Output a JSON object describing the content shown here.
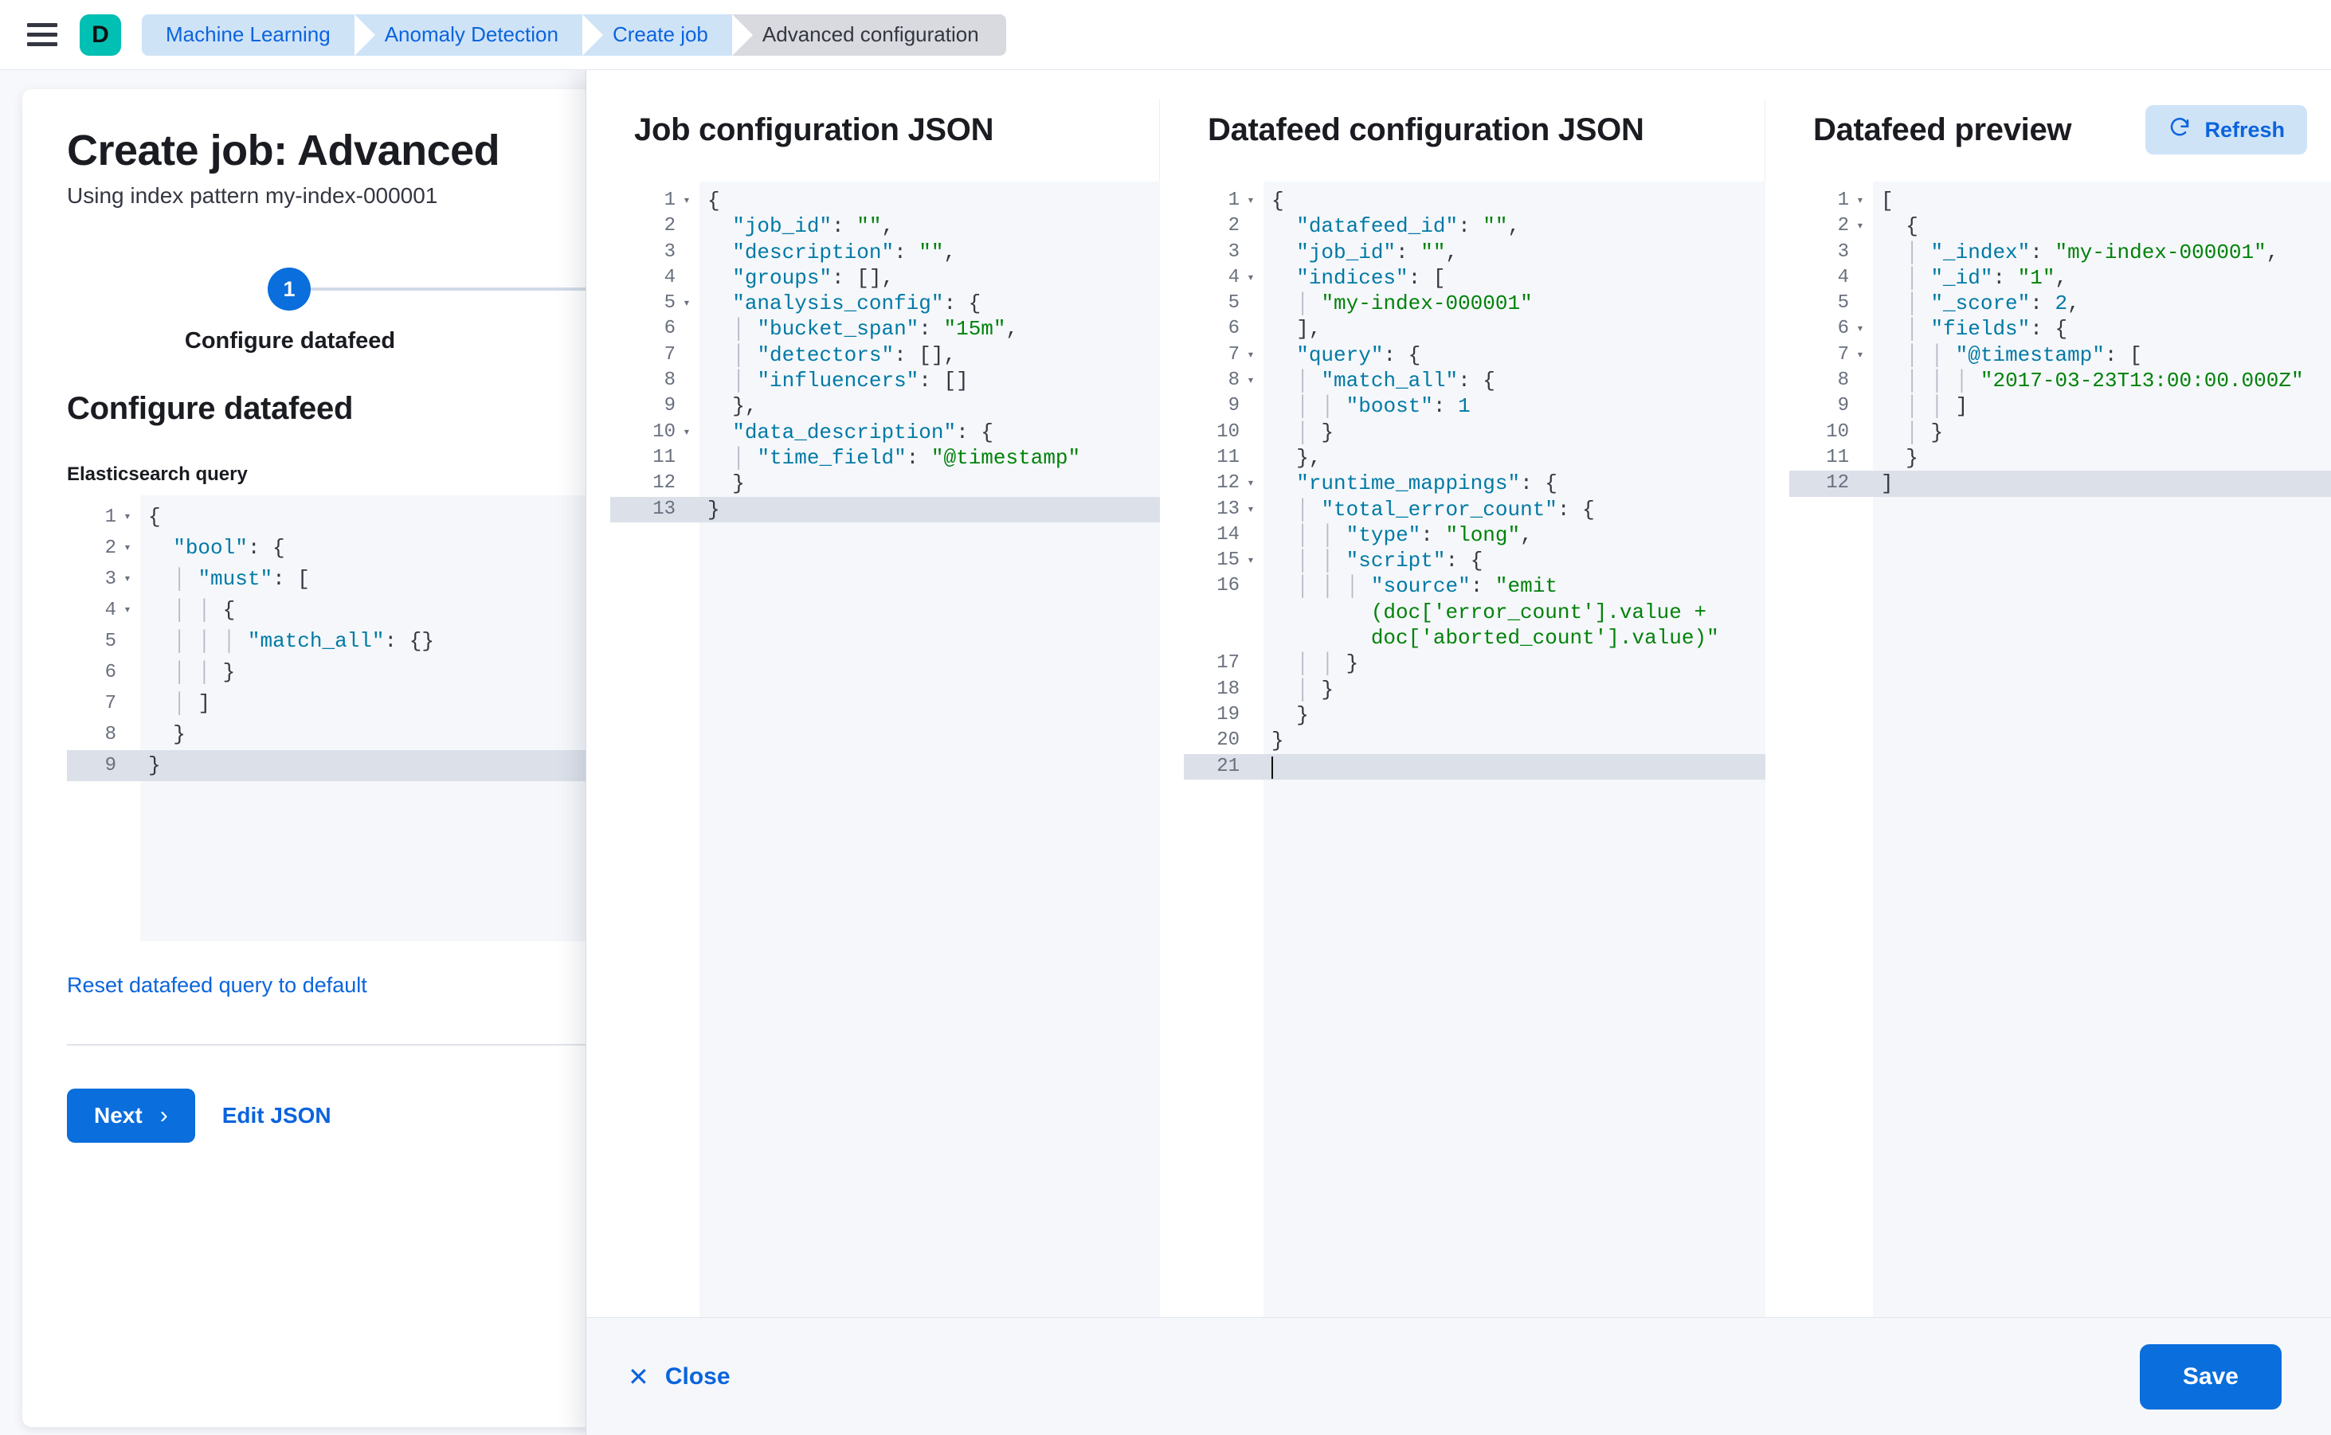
{
  "chrome": {
    "menu_icon": "hamburger-menu-icon",
    "space_avatar_letter": "D",
    "breadcrumbs": [
      {
        "label": "Machine Learning",
        "active": false
      },
      {
        "label": "Anomaly Detection",
        "active": false
      },
      {
        "label": "Create job",
        "active": false
      },
      {
        "label": "Advanced configuration",
        "active": true
      }
    ]
  },
  "page": {
    "title": "Create job: Advanced",
    "subtitle": "Using index pattern my-index-000001",
    "step_number": "1",
    "step_label": "Configure datafeed",
    "section_heading": "Configure datafeed",
    "query_label": "Elasticsearch query",
    "reset_link": "Reset datafeed query to default",
    "next_label": "Next",
    "next_chevron": "chevron-right-icon",
    "edit_json_label": "Edit JSON"
  },
  "es_query_editor": {
    "active_line": 9,
    "lines": [
      {
        "n": 1,
        "fold": true,
        "html": "<span class=\"p\">{</span>"
      },
      {
        "n": 2,
        "fold": true,
        "html": "  <span class=\"k\">\"bool\"</span><span class=\"p\">: {</span>"
      },
      {
        "n": 3,
        "fold": true,
        "html": "  <span class=\"guide\">│</span> <span class=\"k\">\"must\"</span><span class=\"p\">: [</span>"
      },
      {
        "n": 4,
        "fold": true,
        "html": "  <span class=\"guide\">│</span> <span class=\"guide\">│</span> <span class=\"p\">{</span>"
      },
      {
        "n": 5,
        "fold": false,
        "html": "  <span class=\"guide\">│</span> <span class=\"guide\">│</span> <span class=\"guide\">│</span> <span class=\"k\">\"match_all\"</span><span class=\"p\">: {}</span>"
      },
      {
        "n": 6,
        "fold": false,
        "html": "  <span class=\"guide\">│</span> <span class=\"guide\">│</span> <span class=\"p\">}</span>"
      },
      {
        "n": 7,
        "fold": false,
        "html": "  <span class=\"guide\">│</span> <span class=\"p\">]</span>"
      },
      {
        "n": 8,
        "fold": false,
        "html": "  <span class=\"p\">}</span>"
      },
      {
        "n": 9,
        "fold": false,
        "html": "<span class=\"p\">}</span>"
      }
    ],
    "text": "{\n  \"bool\": {\n    \"must\": [\n      {\n        \"match_all\": {}\n      }\n    ]\n  }\n}"
  },
  "flyout": {
    "columns": [
      {
        "title": "Job configuration JSON",
        "name": "job-configuration-json"
      },
      {
        "title": "Datafeed configuration JSON",
        "name": "datafeed-configuration-json"
      },
      {
        "title": "Datafeed preview",
        "name": "datafeed-preview"
      }
    ],
    "refresh_label": "Refresh",
    "refresh_icon": "refresh-icon",
    "close_label": "Close",
    "close_icon": "close-x-icon",
    "save_label": "Save"
  },
  "job_config_editor": {
    "active_line": 13,
    "lines": [
      {
        "n": 1,
        "fold": true,
        "html": "<span class=\"p\">{</span>"
      },
      {
        "n": 2,
        "fold": false,
        "html": "  <span class=\"k\">\"job_id\"</span><span class=\"p\">: </span><span class=\"s\">\"\"</span><span class=\"p\">,</span>"
      },
      {
        "n": 3,
        "fold": false,
        "html": "  <span class=\"k\">\"description\"</span><span class=\"p\">: </span><span class=\"s\">\"\"</span><span class=\"p\">,</span>"
      },
      {
        "n": 4,
        "fold": false,
        "html": "  <span class=\"k\">\"groups\"</span><span class=\"p\">: [],</span>"
      },
      {
        "n": 5,
        "fold": true,
        "html": "  <span class=\"k\">\"analysis_config\"</span><span class=\"p\">: {</span>"
      },
      {
        "n": 6,
        "fold": false,
        "html": "  <span class=\"guide\">│</span> <span class=\"k\">\"bucket_span\"</span><span class=\"p\">: </span><span class=\"s\">\"15m\"</span><span class=\"p\">,</span>"
      },
      {
        "n": 7,
        "fold": false,
        "html": "  <span class=\"guide\">│</span> <span class=\"k\">\"detectors\"</span><span class=\"p\">: [],</span>"
      },
      {
        "n": 8,
        "fold": false,
        "html": "  <span class=\"guide\">│</span> <span class=\"k\">\"influencers\"</span><span class=\"p\">: []</span>"
      },
      {
        "n": 9,
        "fold": false,
        "html": "  <span class=\"p\">},</span>"
      },
      {
        "n": 10,
        "fold": true,
        "html": "  <span class=\"k\">\"data_description\"</span><span class=\"p\">: {</span>"
      },
      {
        "n": 11,
        "fold": false,
        "html": "  <span class=\"guide\">│</span> <span class=\"k\">\"time_field\"</span><span class=\"p\">: </span><span class=\"s\">\"@timestamp\"</span>"
      },
      {
        "n": 12,
        "fold": false,
        "html": "  <span class=\"p\">}</span>"
      },
      {
        "n": 13,
        "fold": false,
        "html": "<span class=\"p\">}</span>"
      }
    ],
    "text": "{\n  \"job_id\": \"\",\n  \"description\": \"\",\n  \"groups\": [],\n  \"analysis_config\": {\n    \"bucket_span\": \"15m\",\n    \"detectors\": [],\n    \"influencers\": []\n  },\n  \"data_description\": {\n    \"time_field\": \"@timestamp\"\n  }\n}"
  },
  "datafeed_config_editor": {
    "active_line": 21,
    "lines": [
      {
        "n": 1,
        "fold": true,
        "html": "<span class=\"p\">{</span>"
      },
      {
        "n": 2,
        "fold": false,
        "html": "  <span class=\"k\">\"datafeed_id\"</span><span class=\"p\">: </span><span class=\"s\">\"\"</span><span class=\"p\">,</span>"
      },
      {
        "n": 3,
        "fold": false,
        "html": "  <span class=\"k\">\"job_id\"</span><span class=\"p\">: </span><span class=\"s\">\"\"</span><span class=\"p\">,</span>"
      },
      {
        "n": 4,
        "fold": true,
        "html": "  <span class=\"k\">\"indices\"</span><span class=\"p\">: [</span>"
      },
      {
        "n": 5,
        "fold": false,
        "html": "  <span class=\"guide\">│</span> <span class=\"s\">\"my-index-000001\"</span>"
      },
      {
        "n": 6,
        "fold": false,
        "html": "  <span class=\"p\">],</span>"
      },
      {
        "n": 7,
        "fold": true,
        "html": "  <span class=\"k\">\"query\"</span><span class=\"p\">: {</span>"
      },
      {
        "n": 8,
        "fold": true,
        "html": "  <span class=\"guide\">│</span> <span class=\"k\">\"match_all\"</span><span class=\"p\">: {</span>"
      },
      {
        "n": 9,
        "fold": false,
        "html": "  <span class=\"guide\">│</span> <span class=\"guide\">│</span> <span class=\"k\">\"boost\"</span><span class=\"p\">: </span><span class=\"n\">1</span>"
      },
      {
        "n": 10,
        "fold": false,
        "html": "  <span class=\"guide\">│</span> <span class=\"p\">}</span>"
      },
      {
        "n": 11,
        "fold": false,
        "html": "  <span class=\"p\">},</span>"
      },
      {
        "n": 12,
        "fold": true,
        "html": "  <span class=\"k\">\"runtime_mappings\"</span><span class=\"p\">: {</span>"
      },
      {
        "n": 13,
        "fold": true,
        "html": "  <span class=\"guide\">│</span> <span class=\"k\">\"total_error_count\"</span><span class=\"p\">: {</span>"
      },
      {
        "n": 14,
        "fold": false,
        "html": "  <span class=\"guide\">│</span> <span class=\"guide\">│</span> <span class=\"k\">\"type\"</span><span class=\"p\">: </span><span class=\"s\">\"long\"</span><span class=\"p\">,</span>"
      },
      {
        "n": 15,
        "fold": true,
        "html": "  <span class=\"guide\">│</span> <span class=\"guide\">│</span> <span class=\"k\">\"script\"</span><span class=\"p\">: {</span>"
      },
      {
        "n": 16,
        "fold": false,
        "wrapped": 2,
        "html": "  <span class=\"guide\">│</span> <span class=\"guide\">│</span> <span class=\"guide\">│</span> <span class=\"k\">\"source\"</span><span class=\"p\">: </span><span class=\"s\">\"emit</span>\n        <span class=\"s\">(doc['error_count'].value +</span>\n        <span class=\"s\">doc['aborted_count'].value)\"</span>"
      },
      {
        "n": 17,
        "fold": false,
        "html": "  <span class=\"guide\">│</span> <span class=\"guide\">│</span> <span class=\"p\">}</span>"
      },
      {
        "n": 18,
        "fold": false,
        "html": "  <span class=\"guide\">│</span> <span class=\"p\">}</span>"
      },
      {
        "n": 19,
        "fold": false,
        "html": "  <span class=\"p\">}</span>"
      },
      {
        "n": 20,
        "fold": false,
        "html": "<span class=\"p\">}</span>"
      },
      {
        "n": 21,
        "fold": false,
        "cursor": true,
        "html": ""
      }
    ],
    "text": "{\n  \"datafeed_id\": \"\",\n  \"job_id\": \"\",\n  \"indices\": [\n    \"my-index-000001\"\n  ],\n  \"query\": {\n    \"match_all\": {\n      \"boost\": 1\n    }\n  },\n  \"runtime_mappings\": {\n    \"total_error_count\": {\n      \"type\": \"long\",\n      \"script\": {\n        \"source\": \"emit(doc['error_count'].value + doc['aborted_count'].value)\"\n      }\n    }\n  }\n}"
  },
  "datafeed_preview_editor": {
    "active_line": 12,
    "lines": [
      {
        "n": 1,
        "fold": true,
        "html": "<span class=\"p\">[</span>"
      },
      {
        "n": 2,
        "fold": true,
        "html": "  <span class=\"p\">{</span>"
      },
      {
        "n": 3,
        "fold": false,
        "html": "  <span class=\"guide\">│</span> <span class=\"k\">\"_index\"</span><span class=\"p\">: </span><span class=\"s\">\"my-index-000001\"</span><span class=\"p\">,</span>"
      },
      {
        "n": 4,
        "fold": false,
        "html": "  <span class=\"guide\">│</span> <span class=\"k\">\"_id\"</span><span class=\"p\">: </span><span class=\"s\">\"1\"</span><span class=\"p\">,</span>"
      },
      {
        "n": 5,
        "fold": false,
        "html": "  <span class=\"guide\">│</span> <span class=\"k\">\"_score\"</span><span class=\"p\">: </span><span class=\"n\">2</span><span class=\"p\">,</span>"
      },
      {
        "n": 6,
        "fold": true,
        "html": "  <span class=\"guide\">│</span> <span class=\"k\">\"fields\"</span><span class=\"p\">: {</span>"
      },
      {
        "n": 7,
        "fold": true,
        "html": "  <span class=\"guide\">│</span> <span class=\"guide\">│</span> <span class=\"k\">\"@timestamp\"</span><span class=\"p\">: [</span>"
      },
      {
        "n": 8,
        "fold": false,
        "html": "  <span class=\"guide\">│</span> <span class=\"guide\">│</span> <span class=\"guide\">│</span> <span class=\"s\">\"2017-03-23T13:00:00.000Z\"</span>"
      },
      {
        "n": 9,
        "fold": false,
        "html": "  <span class=\"guide\">│</span> <span class=\"guide\">│</span> <span class=\"p\">]</span>"
      },
      {
        "n": 10,
        "fold": false,
        "html": "  <span class=\"guide\">│</span> <span class=\"p\">}</span>"
      },
      {
        "n": 11,
        "fold": false,
        "html": "  <span class=\"p\">}</span>"
      },
      {
        "n": 12,
        "fold": false,
        "html": "<span class=\"p\">]</span>"
      }
    ],
    "text": "[\n  {\n    \"_index\": \"my-index-000001\",\n    \"_id\": \"1\",\n    \"_score\": 2,\n    \"fields\": {\n      \"@timestamp\": [\n        \"2017-03-23T13:00:00.000Z\"\n      ]\n    }\n  }\n]"
  },
  "colors": {
    "accent_blue": "#0a6edc",
    "link_blue": "#0b64dd",
    "breadcrumb_blue": "#cfe3f7",
    "breadcrumb_active_gray": "#d8dae0",
    "space_teal": "#00bfb3",
    "string_green": "#00820a",
    "key_blue": "#0079a5",
    "editor_bg": "#f5f7fa",
    "active_line_bg": "#dbe0e9"
  }
}
